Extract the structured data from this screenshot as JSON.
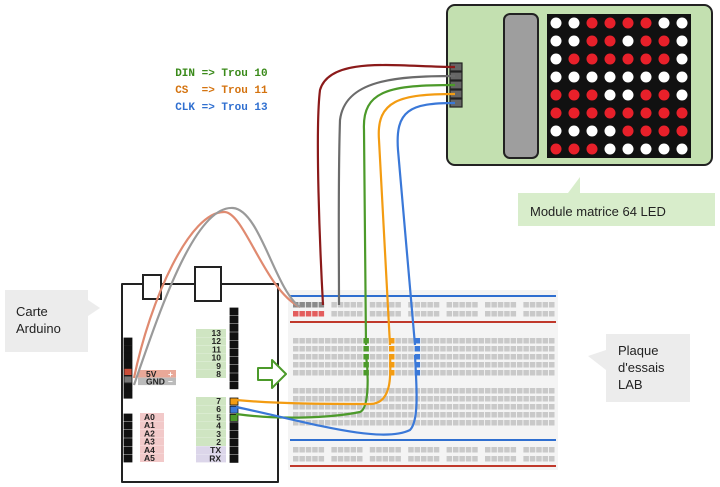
{
  "code_lines": [
    {
      "text": "DIN => Trou 10",
      "color": "#3a8a1a"
    },
    {
      "text": "CS  => Trou 11",
      "color": "#d4730f"
    },
    {
      "text": "CLK => Trou 13",
      "color": "#2f6fd0"
    }
  ],
  "labels": {
    "module": "Module matrice 64 LED",
    "arduino_line1": "Carte",
    "arduino_line2": "Arduino",
    "plaque_line1": "Plaque",
    "plaque_line2": "d'essais",
    "plaque_line3": "LAB"
  },
  "arduino": {
    "power": [
      "5V",
      "GND"
    ],
    "power_signs": [
      "+",
      "−"
    ],
    "digital_top": [
      "13",
      "12",
      "11",
      "10",
      "9",
      "8"
    ],
    "digital_bottom": [
      "7",
      "6",
      "5",
      "4",
      "3",
      "2",
      "TX",
      "RX"
    ],
    "analog": [
      "A0",
      "A1",
      "A2",
      "A3",
      "A4",
      "A5"
    ]
  },
  "matrix": {
    "rows": [
      "wwrrrrww",
      "wwrrwrrw",
      "wrrrrrrw",
      "wwwwwwww",
      "rrrwwrrw",
      "rrrrrrrr",
      "wwwwrrrr",
      "rrrwwwww"
    ]
  },
  "colors": {
    "din_wire": "#4c9a2a",
    "cs_wire": "#f39c12",
    "clk_wire": "#3a78d8",
    "vcc_wire": "#8b1a1a",
    "gnd_wire": "#6b6b6b",
    "arduino_5v_wire": "#e08a70",
    "arduino_gnd_wire": "#9a9a9a",
    "module_bg": "#c3e0b0",
    "matrix_red": "#e8202a"
  }
}
